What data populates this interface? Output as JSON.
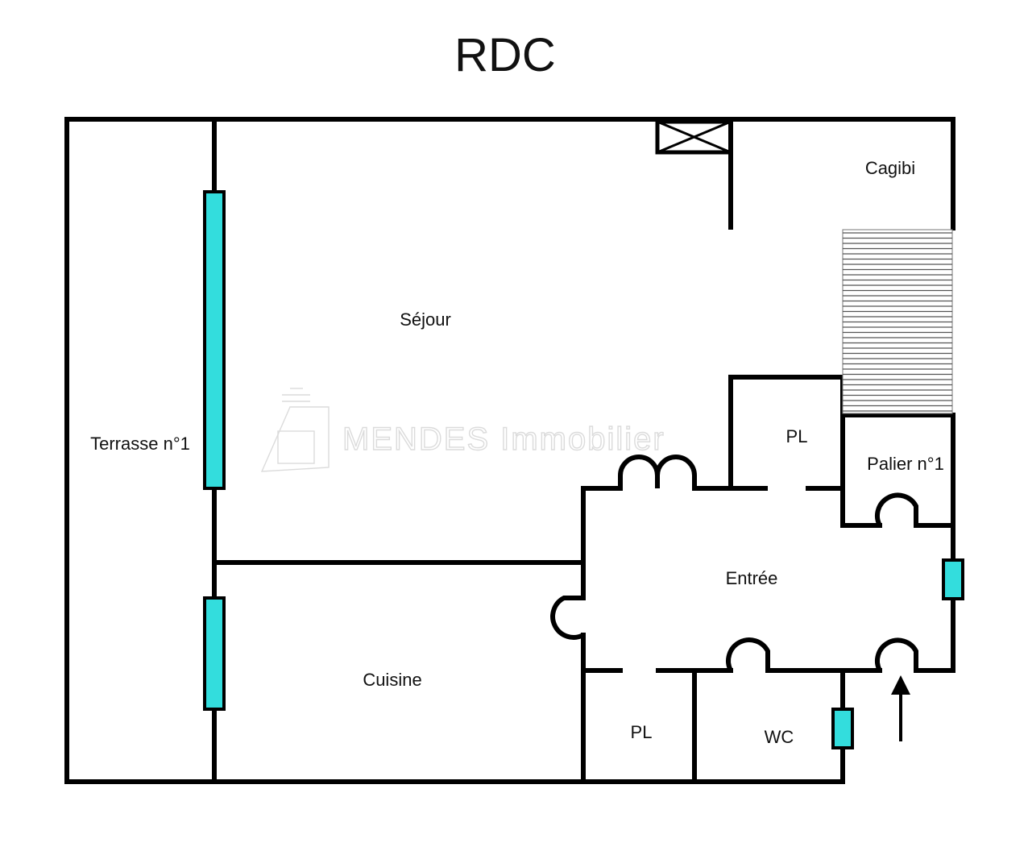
{
  "title": "RDC",
  "watermark": "MENDES Immobilier",
  "rooms": {
    "cagibi": "Cagibi",
    "sejour": "Séjour",
    "terrasse": "Terrasse n°1",
    "pl_top": "PL",
    "palier": "Palier n°1",
    "entree": "Entrée",
    "cuisine": "Cuisine",
    "pl_bottom": "PL",
    "wc": "WC"
  },
  "colors": {
    "wall": "#000000",
    "window": "#33dddd",
    "watermark": "#d8d8d8"
  }
}
